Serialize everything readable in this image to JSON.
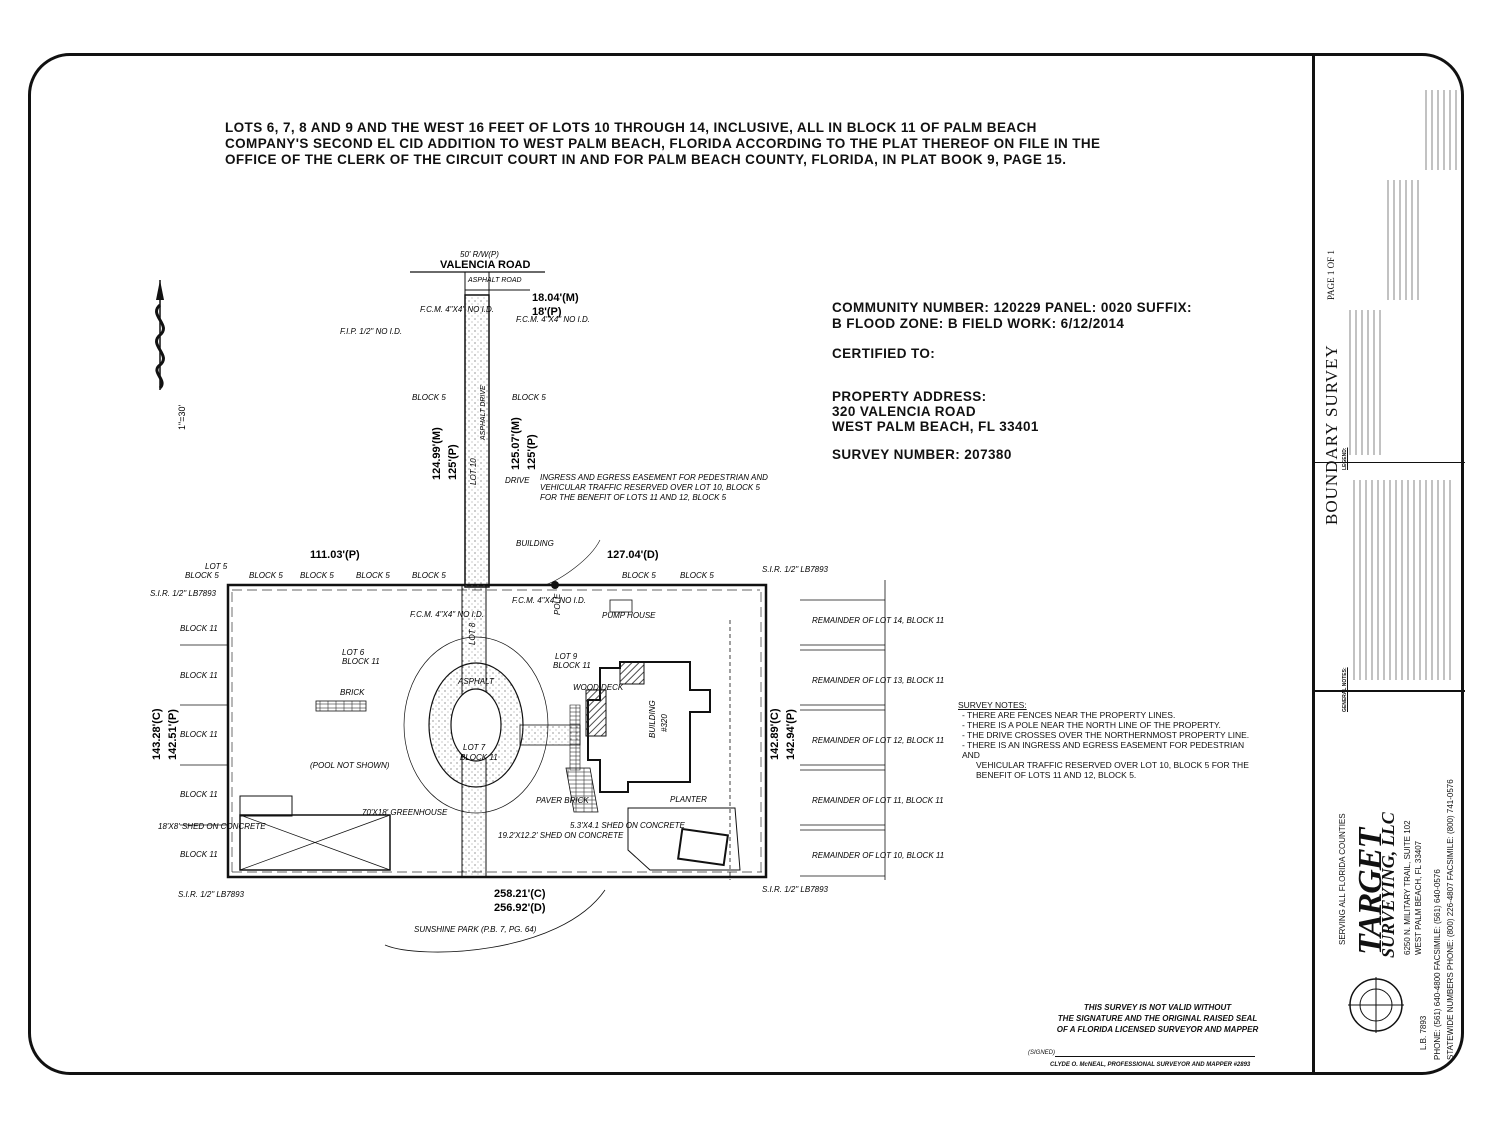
{
  "legal_description": "LOTS 6, 7, 8 AND 9 AND THE WEST 16 FEET OF LOTS 10 THROUGH 14, INCLUSIVE, ALL IN BLOCK 11 OF PALM BEACH COMPANY'S SECOND EL CID ADDITION TO WEST PALM BEACH, FLORIDA ACCORDING TO THE PLAT THEREOF ON FILE IN THE OFFICE OF THE CLERK OF THE CIRCUIT COURT IN AND FOR PALM BEACH COUNTY, FLORIDA, IN PLAT BOOK 9, PAGE 15.",
  "info": {
    "community_line1": "COMMUNITY NUMBER: 120229 PANEL: 0020 SUFFIX:",
    "community_line2": "B FLOOD ZONE: B FIELD WORK: 6/12/2014",
    "certified": "CERTIFIED TO:",
    "property_address_label": "PROPERTY ADDRESS:",
    "address1": "320 VALENCIA ROAD",
    "address2": "WEST PALM BEACH, FL 33401",
    "survey_number": "SURVEY NUMBER: 207380"
  },
  "survey_notes": {
    "title": "SURVEY NOTES:",
    "items": [
      "- THERE ARE FENCES NEAR THE PROPERTY LINES.",
      "- THERE IS A POLE NEAR THE NORTH LINE OF THE PROPERTY.",
      "- THE DRIVE CROSSES OVER THE NORTHERNMOST PROPERTY LINE.",
      "- THERE IS AN INGRESS AND EGRESS EASEMENT FOR PEDESTRIAN AND"
    ],
    "continued": "VEHICULAR TRAFFIC RESERVED OVER LOT 10, BLOCK 5 FOR THE",
    "continued2": "BENEFIT OF LOTS 11 AND 12, BLOCK 5."
  },
  "validity": {
    "line1": "THIS SURVEY IS NOT VALID WITHOUT",
    "line2": "THE SIGNATURE AND THE ORIGINAL RAISED SEAL",
    "line3": "OF A FLORIDA LICENSED SURVEYOR AND MAPPER",
    "signed": "(SIGNED)",
    "surveyor": "CLYDE O. McNEAL, PROFESSIONAL SURVEYOR AND MAPPER #2893"
  },
  "title_block": {
    "title": "BOUNDARY SURVEY",
    "page": "PAGE 1 OF 1",
    "serving": "SERVING ALL FLORIDA COUNTIES",
    "company1": "TARGET",
    "company2": "SURVEYING, LLC",
    "address_line1": "6250 N. MILITARY TRAIL, SUITE 102",
    "address_line2": "WEST PALM BEACH, FL 33407",
    "phone": "PHONE: (561) 640-4800  FACSIMILE: (561) 640-0576",
    "statewide": "STATEWIDE NUMBERS PHONE: (800) 226-4807  FACSIMILE: (800) 741-0576",
    "lb": "L.B. 7893",
    "general_notes_title": "GENERAL NOTES:",
    "legend_title": "LEGEND:"
  },
  "plan": {
    "scale": "1\"=30'",
    "street": "VALENCIA ROAD",
    "row": "50' R/W(P)",
    "asphalt_road": "ASPHALT ROAD",
    "drive_label": "ASPHALT DRIVE",
    "north_dim_m": "18.04'(M)",
    "north_dim_p": "18'(P)",
    "west_vert_m": "124.99'(M)",
    "west_vert_p": "125'(P)",
    "east_vert_m": "125.07'(M)",
    "east_vert_p": "125'(P)",
    "top_left_dim": "111.03'(P)",
    "top_right_dim": "127.04'(D)",
    "bottom_dim_c": "258.21'(C)",
    "bottom_dim_d": "256.92'(D)",
    "left_dim_c": "143.28'(C)",
    "left_dim_p": "142.51'(P)",
    "right_dim_c": "142.89'(C)",
    "right_dim_p": "142.94'(P)",
    "easement_note1": "INGRESS AND EGRESS EASEMENT FOR PEDESTRIAN AND",
    "easement_note2": "VEHICULAR TRAFFIC RESERVED OVER LOT 10, BLOCK 5",
    "easement_note3": "FOR THE BENEFIT OF LOTS 11 AND 12, BLOCK 5",
    "sunshine_park": "SUNSHINE PARK (P.B. 7, PG. 64)",
    "pool_note": "(POOL NOT SHOWN)",
    "brick": "BRICK",
    "greenhouse": "70'X18' GREENHOUSE",
    "building": "BUILDING",
    "house_num": "#320",
    "pump_house": "PUMP HOUSE",
    "pole": "POLE",
    "drive": "DRIVE",
    "asphalt": "ASPHALT",
    "wood_deck": "WOOD DECK",
    "paver_brick": "PAVER BRICK",
    "planter": "PLANTER",
    "shed1": "18'X8' SHED ON CONCRETE",
    "shed2": "19.2'X12.2' SHED ON CONCRETE",
    "shed3": "5.3'X4.1 SHED ON CONCRETE",
    "lot6": "LOT 6",
    "lot7": "LOT 7",
    "lot8": "LOT 8",
    "lot9": "LOT 9",
    "lot10": "LOT 10",
    "block11": "BLOCK 11",
    "block5": "BLOCK 5",
    "remainder14": "REMAINDER OF LOT 14, BLOCK 11",
    "remainder13": "REMAINDER OF LOT 13, BLOCK 11",
    "remainder12": "REMAINDER OF LOT 12, BLOCK 11",
    "remainder11": "REMAINDER OF LOT 11, BLOCK 11",
    "remainder10": "REMAINDER OF LOT 10, BLOCK 11",
    "sir": "S.I.R. 1/2\" LB7893",
    "fcm": "F.C.M. 4\"X4\" NO I.D.",
    "fip": "F.I.P. 1/2\" NO I.D."
  }
}
